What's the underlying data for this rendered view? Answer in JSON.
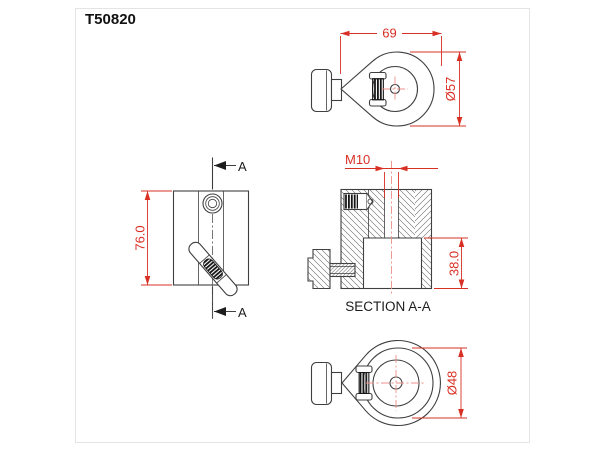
{
  "title": "T50820",
  "views": {
    "top": {
      "width": "69",
      "diameter": "Ø57"
    },
    "front": {
      "height": "76.0",
      "section_top": "A",
      "section_bottom": "A"
    },
    "section": {
      "thread": "M10",
      "bore_depth": "38.0",
      "caption": "SECTION A-A"
    },
    "bottom": {
      "diameter": "Ø48"
    }
  },
  "colors": {
    "dimension_red": "#d93025",
    "centerline_red": "#ee8f88",
    "line_dark": "#3f3f3f",
    "frame_gray": "#e4e4e4"
  }
}
